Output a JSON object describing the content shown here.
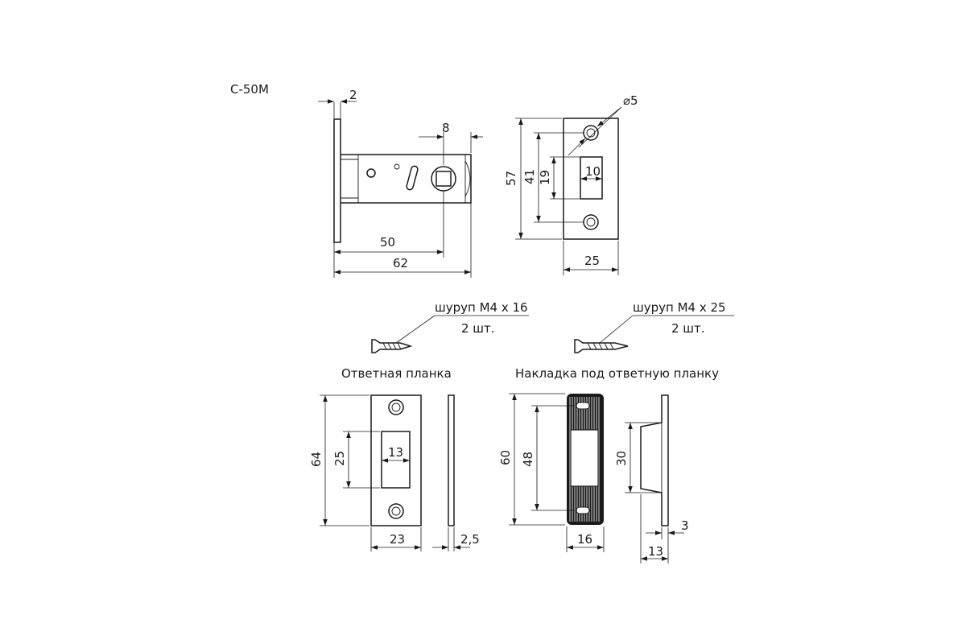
{
  "model": "С-50М",
  "latch_side": {
    "flange_thickness": "2",
    "bolt_offset": "8",
    "backset": "50",
    "overall_length": "62"
  },
  "faceplate": {
    "hole_diameter": "⌀5",
    "height": "57",
    "hole_spacing": "41",
    "bolt_height": "19",
    "bolt_width": "10",
    "width": "25"
  },
  "screws": [
    {
      "spec": "шуруп М4 х 16",
      "qty": "2 шт."
    },
    {
      "spec": "шуруп М4 х 25",
      "qty": "2 шт."
    }
  ],
  "strike_plate": {
    "title": "Ответная планка",
    "height": "64",
    "opening_height": "25",
    "opening_width": "13",
    "width": "23",
    "thickness": "2,5"
  },
  "strike_cover": {
    "title": "Накладка под ответную планку",
    "height": "60",
    "opening_height": "48",
    "width": "16",
    "box_depth": "30",
    "flange_thickness": "3",
    "total_depth": "13"
  }
}
